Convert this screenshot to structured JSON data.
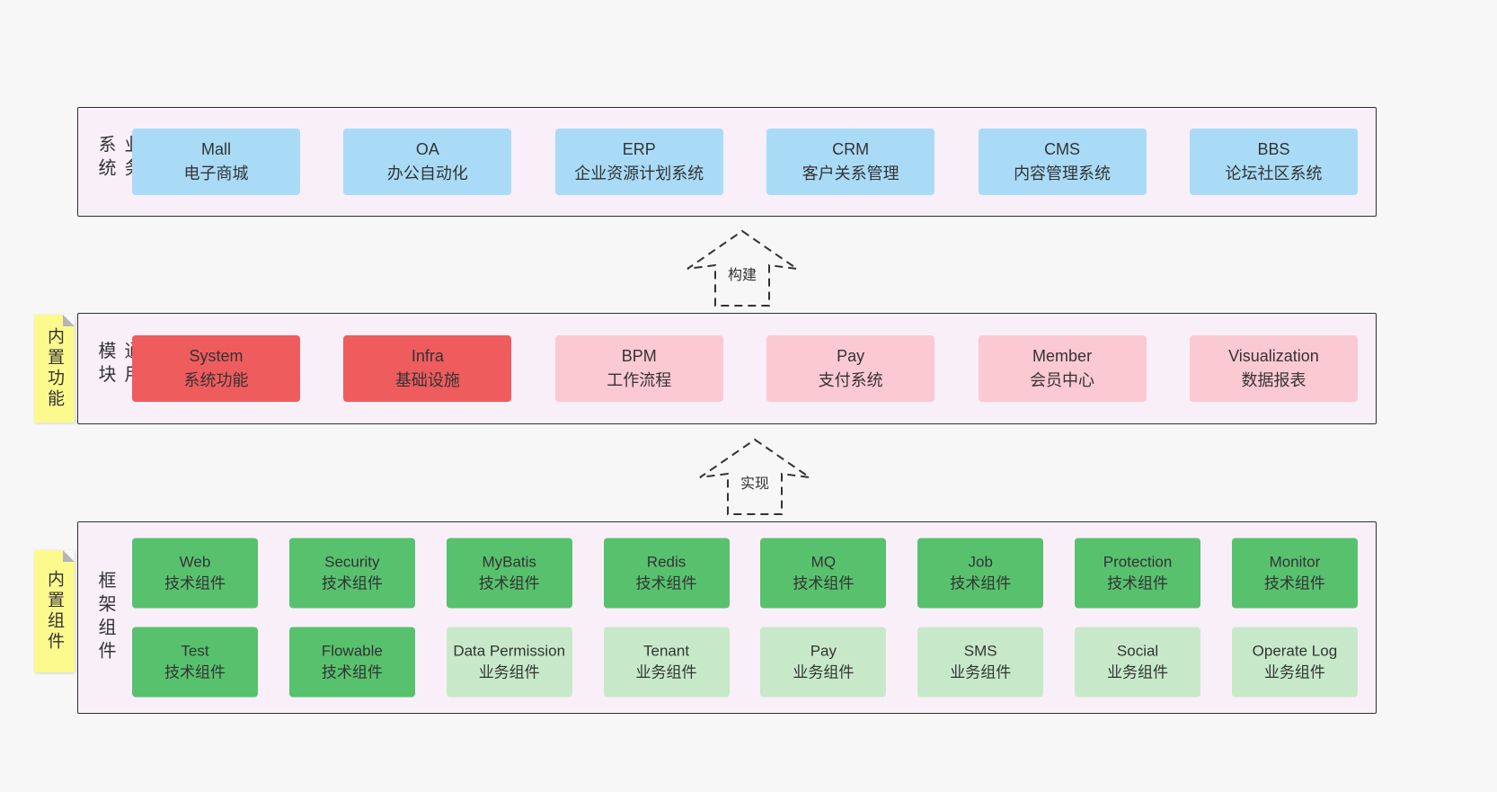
{
  "panels": [
    {
      "side_label": "业务系统",
      "boxes": [
        {
          "title": "Mall",
          "subtitle": "电子商城"
        },
        {
          "title": "OA",
          "subtitle": "办公自动化"
        },
        {
          "title": "ERP",
          "subtitle": "企业资源计划系统"
        },
        {
          "title": "CRM",
          "subtitle": "客户关系管理"
        },
        {
          "title": "CMS",
          "subtitle": "内容管理系统"
        },
        {
          "title": "BBS",
          "subtitle": "论坛社区系统"
        }
      ]
    },
    {
      "sticky_label": "内置功能",
      "side_label": "通用模块",
      "boxes": [
        {
          "title": "System",
          "subtitle": "系统功能"
        },
        {
          "title": "Infra",
          "subtitle": "基础设施"
        },
        {
          "title": "BPM",
          "subtitle": "工作流程"
        },
        {
          "title": "Pay",
          "subtitle": "支付系统"
        },
        {
          "title": "Member",
          "subtitle": "会员中心"
        },
        {
          "title": "Visualization",
          "subtitle": "数据报表"
        }
      ]
    },
    {
      "sticky_label": "内置组件",
      "side_label": "框架组件",
      "rows": [
        [
          {
            "title": "Web",
            "subtitle": "技术组件"
          },
          {
            "title": "Security",
            "subtitle": "技术组件"
          },
          {
            "title": "MyBatis",
            "subtitle": "技术组件"
          },
          {
            "title": "Redis",
            "subtitle": "技术组件"
          },
          {
            "title": "MQ",
            "subtitle": "技术组件"
          },
          {
            "title": "Job",
            "subtitle": "技术组件"
          },
          {
            "title": "Protection",
            "subtitle": "技术组件"
          },
          {
            "title": "Monitor",
            "subtitle": "技术组件"
          }
        ],
        [
          {
            "title": "Test",
            "subtitle": "技术组件"
          },
          {
            "title": "Flowable",
            "subtitle": "技术组件"
          },
          {
            "title": "Data Permission",
            "subtitle": "业务组件"
          },
          {
            "title": "Tenant",
            "subtitle": "业务组件"
          },
          {
            "title": "Pay",
            "subtitle": "业务组件"
          },
          {
            "title": "SMS",
            "subtitle": "业务组件"
          },
          {
            "title": "Social",
            "subtitle": "业务组件"
          },
          {
            "title": "Operate Log",
            "subtitle": "业务组件"
          }
        ]
      ]
    }
  ],
  "arrows": [
    {
      "label": "构建"
    },
    {
      "label": "实现"
    }
  ],
  "colors": {
    "blue": "#a9dbf7",
    "red": "#ef5c5e",
    "pink": "#fbc9d2",
    "green": "#58c16e",
    "green_light": "#c7e9c9",
    "panel_bg": "#f9eff8",
    "sticky": "#fcfa8d",
    "background": "#f7f7f7"
  }
}
